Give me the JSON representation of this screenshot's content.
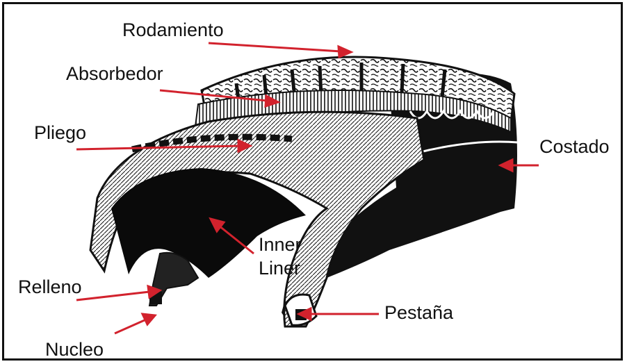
{
  "labels": {
    "rodamiento": "Rodamiento",
    "absorbedor": "Absorbedor",
    "pliego": "Pliego",
    "costado": "Costado",
    "inner_liner_line1": "Inner",
    "inner_liner_line2": "Liner",
    "relleno": "Relleno",
    "pestana": "Pestaña",
    "nucleo": "Nucleo"
  },
  "colors": {
    "arrow": "#d2222d",
    "ink": "#111111",
    "background": "#ffffff"
  }
}
